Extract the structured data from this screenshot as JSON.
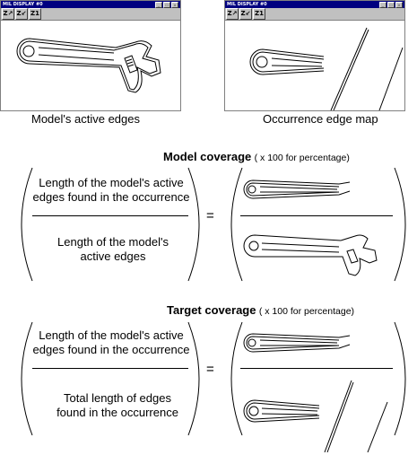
{
  "windows": [
    {
      "title": "MIL DISPLAY #0",
      "toolbar": [
        "Z↗",
        "Z↙",
        "Z1"
      ]
    },
    {
      "title": "MIL DISPLAY #0",
      "toolbar": [
        "Z↗",
        "Z↙",
        "Z1"
      ]
    }
  ],
  "captions": {
    "model_edges": "Model's active edges",
    "occurrence_map": "Occurrence edge map"
  },
  "model_coverage": {
    "title": "Model coverage",
    "note": "( x 100 for percentage)",
    "numerator": "Length of the model's active edges found in the occurrence",
    "denominator": "Length of the model's active edges",
    "equals": "="
  },
  "target_coverage": {
    "title": "Target coverage",
    "note": "( x 100 for percentage)",
    "numerator": "Length of the model's active edges found in the occurrence",
    "denominator": "Total length of edges found in the occurrence",
    "equals": "="
  }
}
